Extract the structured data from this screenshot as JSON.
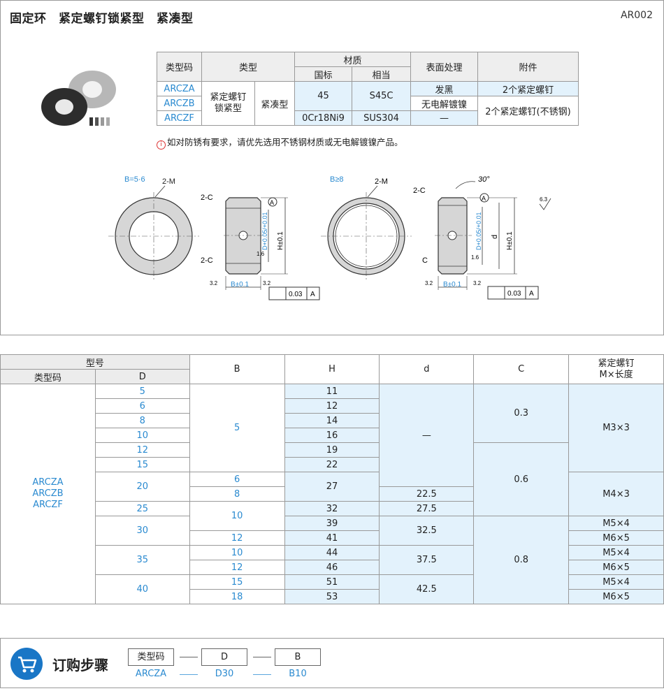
{
  "header": {
    "title": "固定环　紧定螺钉锁紧型　紧凑型",
    "code": "AR002"
  },
  "spec": {
    "headers": {
      "type_code": "类型码",
      "type": "类型",
      "material": "材质",
      "standard": "国标",
      "equivalent": "相当",
      "surface": "表面处理",
      "accessory": "附件"
    },
    "codes": [
      "ARCZA",
      "ARCZB",
      "ARCZF"
    ],
    "type1": "紧定螺钉\n锁紧型",
    "type2": "紧凑型",
    "mat_std_a": "45",
    "mat_eq_a": "S45C",
    "mat_std_f": "0Cr18Ni9",
    "mat_eq_f": "SUS304",
    "surface_a": "发黑",
    "surface_b": "无电解镀镍",
    "surface_f": "—",
    "acc_a": "2个紧定螺钉",
    "acc_bf": "2个紧定螺钉(不锈钢)"
  },
  "note": "如对防锈有要求，请优先选用不锈钢材质或无电解镀镍产品。",
  "drawing": {
    "b56": "B=5·6",
    "b8": "B≥8",
    "m": "2-M",
    "c2": "2-C",
    "c": "C",
    "angle": "30°",
    "tol_d": "D+0.05/+0.01",
    "tol_h": "H±0.1",
    "d": "d",
    "b_tol": "B±0.1",
    "ra16": "1.6",
    "ra32": "3.2",
    "ra63": "6.3",
    "datum": "A",
    "perp": "0.03"
  },
  "dims": {
    "header_model": "型号",
    "header_code": "类型码",
    "header_D": "D",
    "header_B": "B",
    "header_H": "H",
    "header_d": "d",
    "header_C": "C",
    "header_screw": "紧定螺钉\nM×长度",
    "codes": "ARCZA\nARCZB\nARCZF",
    "D": [
      "5",
      "6",
      "8",
      "10",
      "12",
      "15",
      "20",
      "25",
      "30",
      "35",
      "40"
    ],
    "B": [
      "5",
      "6",
      "8",
      "10",
      "12",
      "10",
      "12",
      "15",
      "18"
    ],
    "H": [
      "11",
      "12",
      "14",
      "16",
      "19",
      "22",
      "27",
      "32",
      "39",
      "41",
      "44",
      "46",
      "51",
      "53"
    ],
    "d": [
      "—",
      "22.5",
      "27.5",
      "32.5",
      "37.5",
      "42.5"
    ],
    "C": [
      "0.3",
      "0.6",
      "0.8"
    ],
    "screw": [
      "M3×3",
      "M4×3",
      "M5×4",
      "M6×5",
      "M5×4",
      "M6×5",
      "M5×4",
      "M6×5"
    ]
  },
  "order": {
    "title": "订购步骤",
    "labels": [
      "类型码",
      "D",
      "B"
    ],
    "values": [
      "ARCZA",
      "D30",
      "B10"
    ]
  }
}
